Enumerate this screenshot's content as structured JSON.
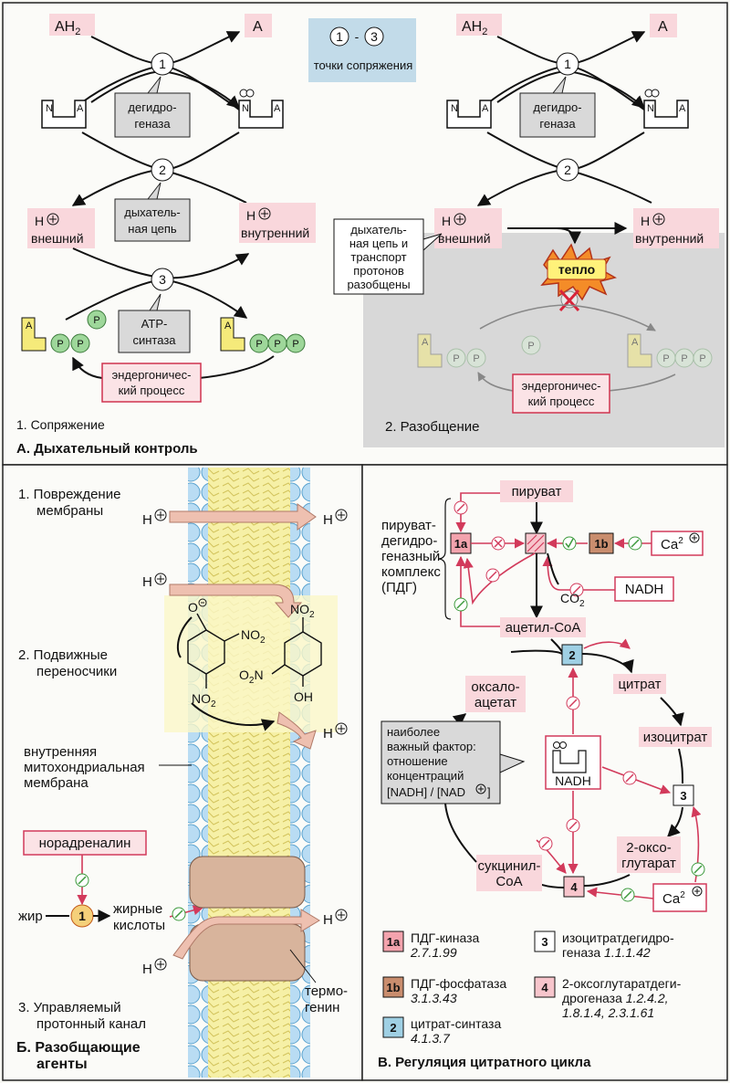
{
  "panelA": {
    "title": "А. Дыхательный контроль",
    "legend": "точки сопряжения",
    "legend_range_start": "1",
    "legend_range_end": "3",
    "legend_sep": "-",
    "sub1": {
      "caption": "1. Сопряжение",
      "substrate": "AH",
      "substrate_sub": "2",
      "product": "A",
      "dehydrogenase": [
        "дегидро-",
        "геназа"
      ],
      "chain": [
        "дыхатель-",
        "ная цепь"
      ],
      "atp_synthase": [
        "ATP-",
        "синтаза"
      ],
      "h_out": "внешний",
      "h_in": "внутренний",
      "h": "H",
      "endergonic": [
        "эндергоничес-",
        "кий процесс"
      ],
      "step1": "1",
      "step2": "2",
      "step3": "3",
      "n": "N",
      "a": "A",
      "p": "P"
    },
    "sub2": {
      "caption": "2. Разобщение",
      "substrate": "AH",
      "substrate_sub": "2",
      "product": "A",
      "dehydrogenase": [
        "дегидро-",
        "геназа"
      ],
      "h_out": "внешний",
      "h_in": "внутренний",
      "h": "H",
      "uncoupled_note": [
        "дыхатель-",
        "ная цепь и",
        "транспорт",
        "протонов",
        "разобщены"
      ],
      "heat": "тепло",
      "endergonic": [
        "эндергоничес-",
        "кий процесс"
      ],
      "step1": "1",
      "step2": "2",
      "n": "N",
      "a": "A",
      "p": "P"
    }
  },
  "panelB": {
    "title": [
      "Б. Разобщающие",
      "агенты"
    ],
    "item1": [
      "1. Повреждение",
      "мембраны"
    ],
    "item2": [
      "2. Подвижные",
      "переносчики"
    ],
    "membrane": [
      "внутренняя",
      "митохондриальная",
      "мембрана"
    ],
    "item3": [
      "3. Управляемый",
      "протонный канал"
    ],
    "h": "H",
    "noradrenaline": "норадреналин",
    "fat": "жир",
    "fatty_acids": [
      "жирные",
      "кислоты"
    ],
    "thermogenin": [
      "термо-",
      "генин"
    ],
    "step1": "1",
    "no2": "NO",
    "no2_sub": "2",
    "o2n": "O",
    "o2n_mid": "2",
    "o2n_end": "N",
    "oh": "OH",
    "o_minus": "O"
  },
  "panelC": {
    "title": "В. Регуляция цитратного цикла",
    "pyruvate": "пируват",
    "pdh_complex": [
      "пируват-",
      "дегидро-",
      "геназный",
      "комплекс",
      "(ПДГ)"
    ],
    "ca": "Ca",
    "ca_sup": "2",
    "nadh": "NADH",
    "co2": "CO",
    "co2_sub": "2",
    "acetyl_coa": "ацетил-CoA",
    "oxaloacetate": [
      "оксало-",
      "ацетат"
    ],
    "citrate": "цитрат",
    "isocitrate": "изоцитрат",
    "oxoglutarate": [
      "2-оксо-",
      "глутарат"
    ],
    "succinyl_coa": [
      "сукцинил-",
      "CoA"
    ],
    "factor_note": [
      "наиболее",
      "важный фактор:",
      "отношение",
      "концентраций",
      "[NADH] / [NAD"
    ],
    "factor_tail": "]",
    "nadh_center": "NADH",
    "node_1a": "1a",
    "node_1b": "1b",
    "node_2": "2",
    "node_3": "3",
    "node_4": "4",
    "legend": [
      {
        "id": "1a",
        "name": "ПДГ-киназа",
        "ec": "2.7.1.99"
      },
      {
        "id": "1b",
        "name": "ПДГ-фосфатаза",
        "ec": "3.1.3.43"
      },
      {
        "id": "2",
        "name": "цитрат-синтаза",
        "ec": "4.1.3.7"
      },
      {
        "id": "3",
        "name": "изоцитратдегидро-",
        "name2": "геназа",
        "ec": "1.1.1.42"
      },
      {
        "id": "4",
        "name": "2-оксоглутаратдеги-",
        "name2": "дрогеназа",
        "ec": "1.2.4.2,",
        "ec2": "1.8.1.4, 2.3.1.61"
      }
    ]
  },
  "colors": {
    "pink_label": "#f9d7dc",
    "gray_box": "#d9d9d9",
    "arrow_pink": "#d23a5b",
    "lipid_blue": "#b9dcf3",
    "membrane_yellow": "#f6f0a6",
    "channel_brown": "#d8b49c",
    "node_1a": "#f3a3ad",
    "node_1b": "#c98d6e",
    "node_2": "#9fd0e4",
    "legend_blue": "#c2dbe9",
    "enzyme_yellow": "#f5ea7a",
    "p_green": "#9ed79a"
  }
}
